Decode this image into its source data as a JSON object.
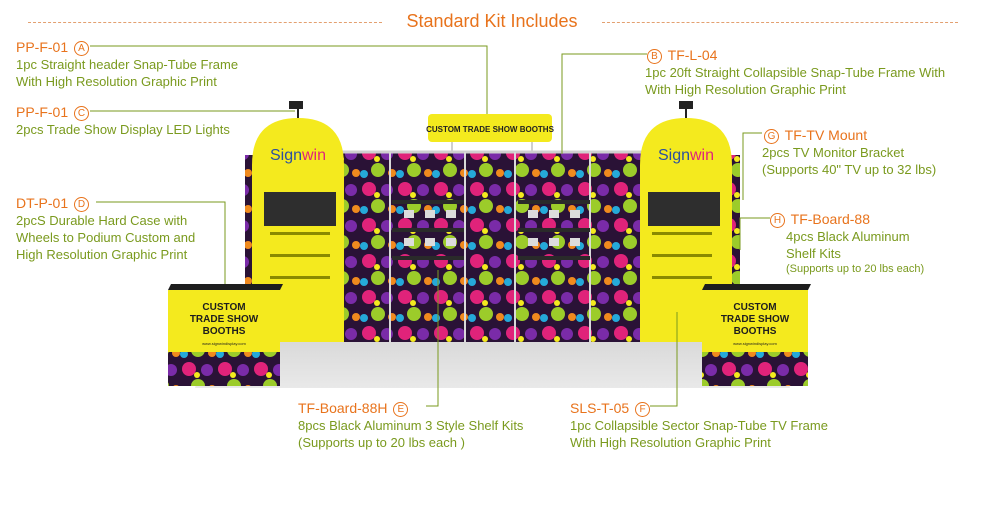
{
  "title": "Standard Kit Includes",
  "brand": {
    "primary": "#e8731c",
    "text_green": "#7a9a1e",
    "yellow": "#f4ea1e"
  },
  "booth": {
    "header_sign": "CUSTOM TRADE SHOW BOOTHS",
    "tower_logo_prefix": "Sign",
    "tower_logo_suffix": "win",
    "counter_text": [
      "CUSTOM",
      "TRADE SHOW",
      "BOOTHS"
    ],
    "counter_url": "www.signwindisplay.com"
  },
  "callouts": {
    "a": {
      "code": "PP-F-01",
      "badge": "A",
      "lines": [
        "1pc Straight header Snap-Tube Frame",
        "With High Resolution Graphic Print"
      ]
    },
    "c": {
      "code": "PP-F-01",
      "badge": "C",
      "lines": [
        "2pcs Trade Show Display LED Lights"
      ]
    },
    "d": {
      "code": "DT-P-01",
      "badge": "D",
      "lines": [
        "2pcS Durable Hard Case with",
        "Wheels to Podium Custom and",
        "High Resolution Graphic Print"
      ]
    },
    "b": {
      "code": "TF-L-04",
      "badge": "B",
      "lines": [
        "1pc 20ft Straight Collapsible Snap-Tube Frame With",
        "With High Resolution Graphic Print"
      ]
    },
    "g": {
      "code": "TF-TV Mount",
      "badge": "G",
      "lines": [
        "2pcs TV Monitor Bracket",
        "(Supports 40\" TV up to 32 lbs)"
      ]
    },
    "h": {
      "code": "TF-Board-88",
      "badge": "H",
      "lines": [
        "4pcs Black Aluminum",
        "Shelf Kits"
      ],
      "note": "(Supports up to 20 lbs each)"
    },
    "e": {
      "code": "TF-Board-88H",
      "badge": "E",
      "lines": [
        "8pcs Black Aluminum 3 Style Shelf Kits",
        "(Supports up to 20 lbs each )"
      ]
    },
    "f": {
      "code": "SLS-T-05",
      "badge": "F",
      "lines": [
        "1pc Collapsible Sector Snap-Tube TV Frame",
        "With High Resolution Graphic Print"
      ]
    }
  }
}
